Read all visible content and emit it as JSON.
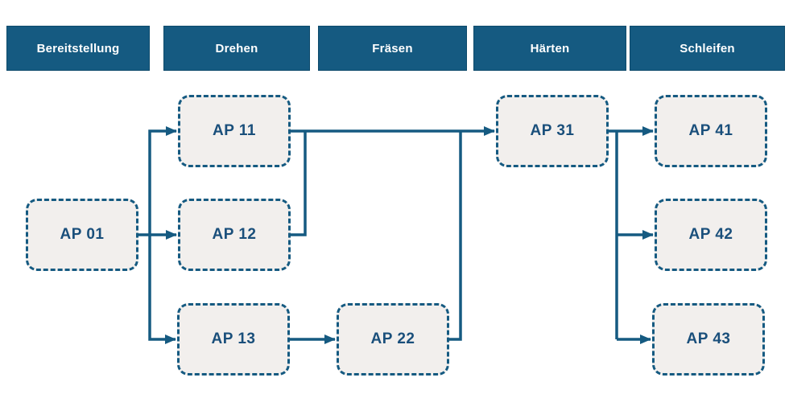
{
  "diagram": {
    "type": "process-flow",
    "columns": [
      {
        "id": "bereitstellung",
        "label": "Bereitstellung"
      },
      {
        "id": "drehen",
        "label": "Drehen"
      },
      {
        "id": "fraesen",
        "label": "Fräsen"
      },
      {
        "id": "haerten",
        "label": "Härten"
      },
      {
        "id": "schleifen",
        "label": "Schleifen"
      }
    ],
    "nodes": {
      "ap01": {
        "label": "AP 01",
        "column": "Bereitstellung"
      },
      "ap11": {
        "label": "AP 11",
        "column": "Drehen"
      },
      "ap12": {
        "label": "AP 12",
        "column": "Drehen"
      },
      "ap13": {
        "label": "AP 13",
        "column": "Drehen"
      },
      "ap22": {
        "label": "AP 22",
        "column": "Fräsen"
      },
      "ap31": {
        "label": "AP 31",
        "column": "Härten"
      },
      "ap41": {
        "label": "AP 41",
        "column": "Schleifen"
      },
      "ap42": {
        "label": "AP 42",
        "column": "Schleifen"
      },
      "ap43": {
        "label": "AP 43",
        "column": "Schleifen"
      }
    },
    "edges": [
      {
        "from": "AP 01",
        "to": "AP 11"
      },
      {
        "from": "AP 01",
        "to": "AP 12"
      },
      {
        "from": "AP 01",
        "to": "AP 13"
      },
      {
        "from": "AP 11",
        "to": "AP 31"
      },
      {
        "from": "AP 12",
        "to": "AP 31"
      },
      {
        "from": "AP 13",
        "to": "AP 22"
      },
      {
        "from": "AP 22",
        "to": "AP 31"
      },
      {
        "from": "AP 31",
        "to": "AP 41"
      },
      {
        "from": "AP 31",
        "to": "AP 42"
      },
      {
        "from": "AP 31",
        "to": "AP 43"
      }
    ],
    "colors": {
      "accent": "#155a81",
      "node-fill": "#f2efed",
      "node-text": "#1a4f7b",
      "header-text": "#ffffff",
      "background": "#ffffff"
    }
  }
}
